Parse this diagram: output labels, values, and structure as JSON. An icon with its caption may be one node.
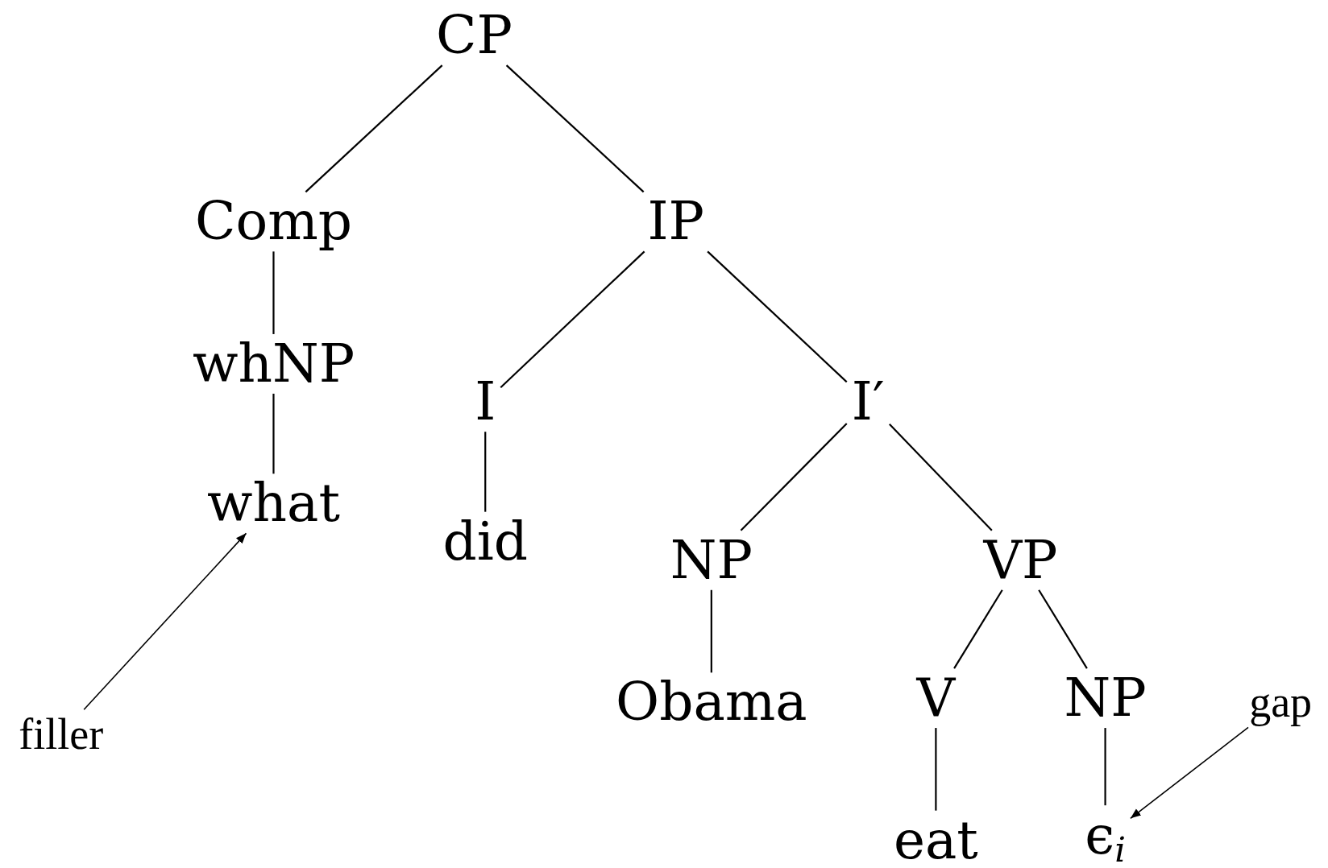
{
  "diagram": {
    "nodes": [
      {
        "text": [
          "CP"
        ]
      },
      {
        "text": [
          "Comp"
        ]
      },
      {
        "text": [
          "IP"
        ]
      },
      {
        "text": [
          "whNP"
        ]
      },
      {
        "text": [
          "what"
        ]
      },
      {
        "text": [
          "I"
        ]
      },
      {
        "text": [
          "I′"
        ]
      },
      {
        "text": [
          "did"
        ]
      },
      {
        "text": [
          "NP"
        ]
      },
      {
        "text": [
          "VP"
        ]
      },
      {
        "text": [
          "Obama"
        ]
      },
      {
        "text": [
          "V"
        ]
      },
      {
        "text": [
          "NP"
        ]
      },
      {
        "text": [
          "eat"
        ]
      },
      {
        "text": [
          "ϵ$_{i}$"
        ]
      },
      {
        "text": [
          "filler"
        ]
      },
      {
        "text": [
          "gap"
        ]
      }
    ],
    "edges": [
      {
        "from": 0,
        "to": 1,
        "arrow": "none"
      },
      {
        "from": 0,
        "to": 2,
        "arrow": "none"
      },
      {
        "from": 1,
        "to": 3,
        "arrow": "none"
      },
      {
        "from": 3,
        "to": 4,
        "arrow": "none"
      },
      {
        "from": 2,
        "to": 5,
        "arrow": "none"
      },
      {
        "from": 2,
        "to": 6,
        "arrow": "none"
      },
      {
        "from": 5,
        "to": 7,
        "arrow": "none"
      },
      {
        "from": 6,
        "to": 8,
        "arrow": "none"
      },
      {
        "from": 6,
        "to": 9,
        "arrow": "none"
      },
      {
        "from": 8,
        "to": 10,
        "arrow": "none"
      },
      {
        "from": 9,
        "to": 11,
        "arrow": "none"
      },
      {
        "from": 9,
        "to": 12,
        "arrow": "none"
      },
      {
        "from": 11,
        "to": 13,
        "arrow": "none"
      },
      {
        "from": 12,
        "to": 14,
        "arrow": "none"
      },
      {
        "from": 15,
        "to": 4,
        "arrow": "to"
      },
      {
        "from": 16,
        "to": 14,
        "arrow": "to"
      }
    ]
  }
}
